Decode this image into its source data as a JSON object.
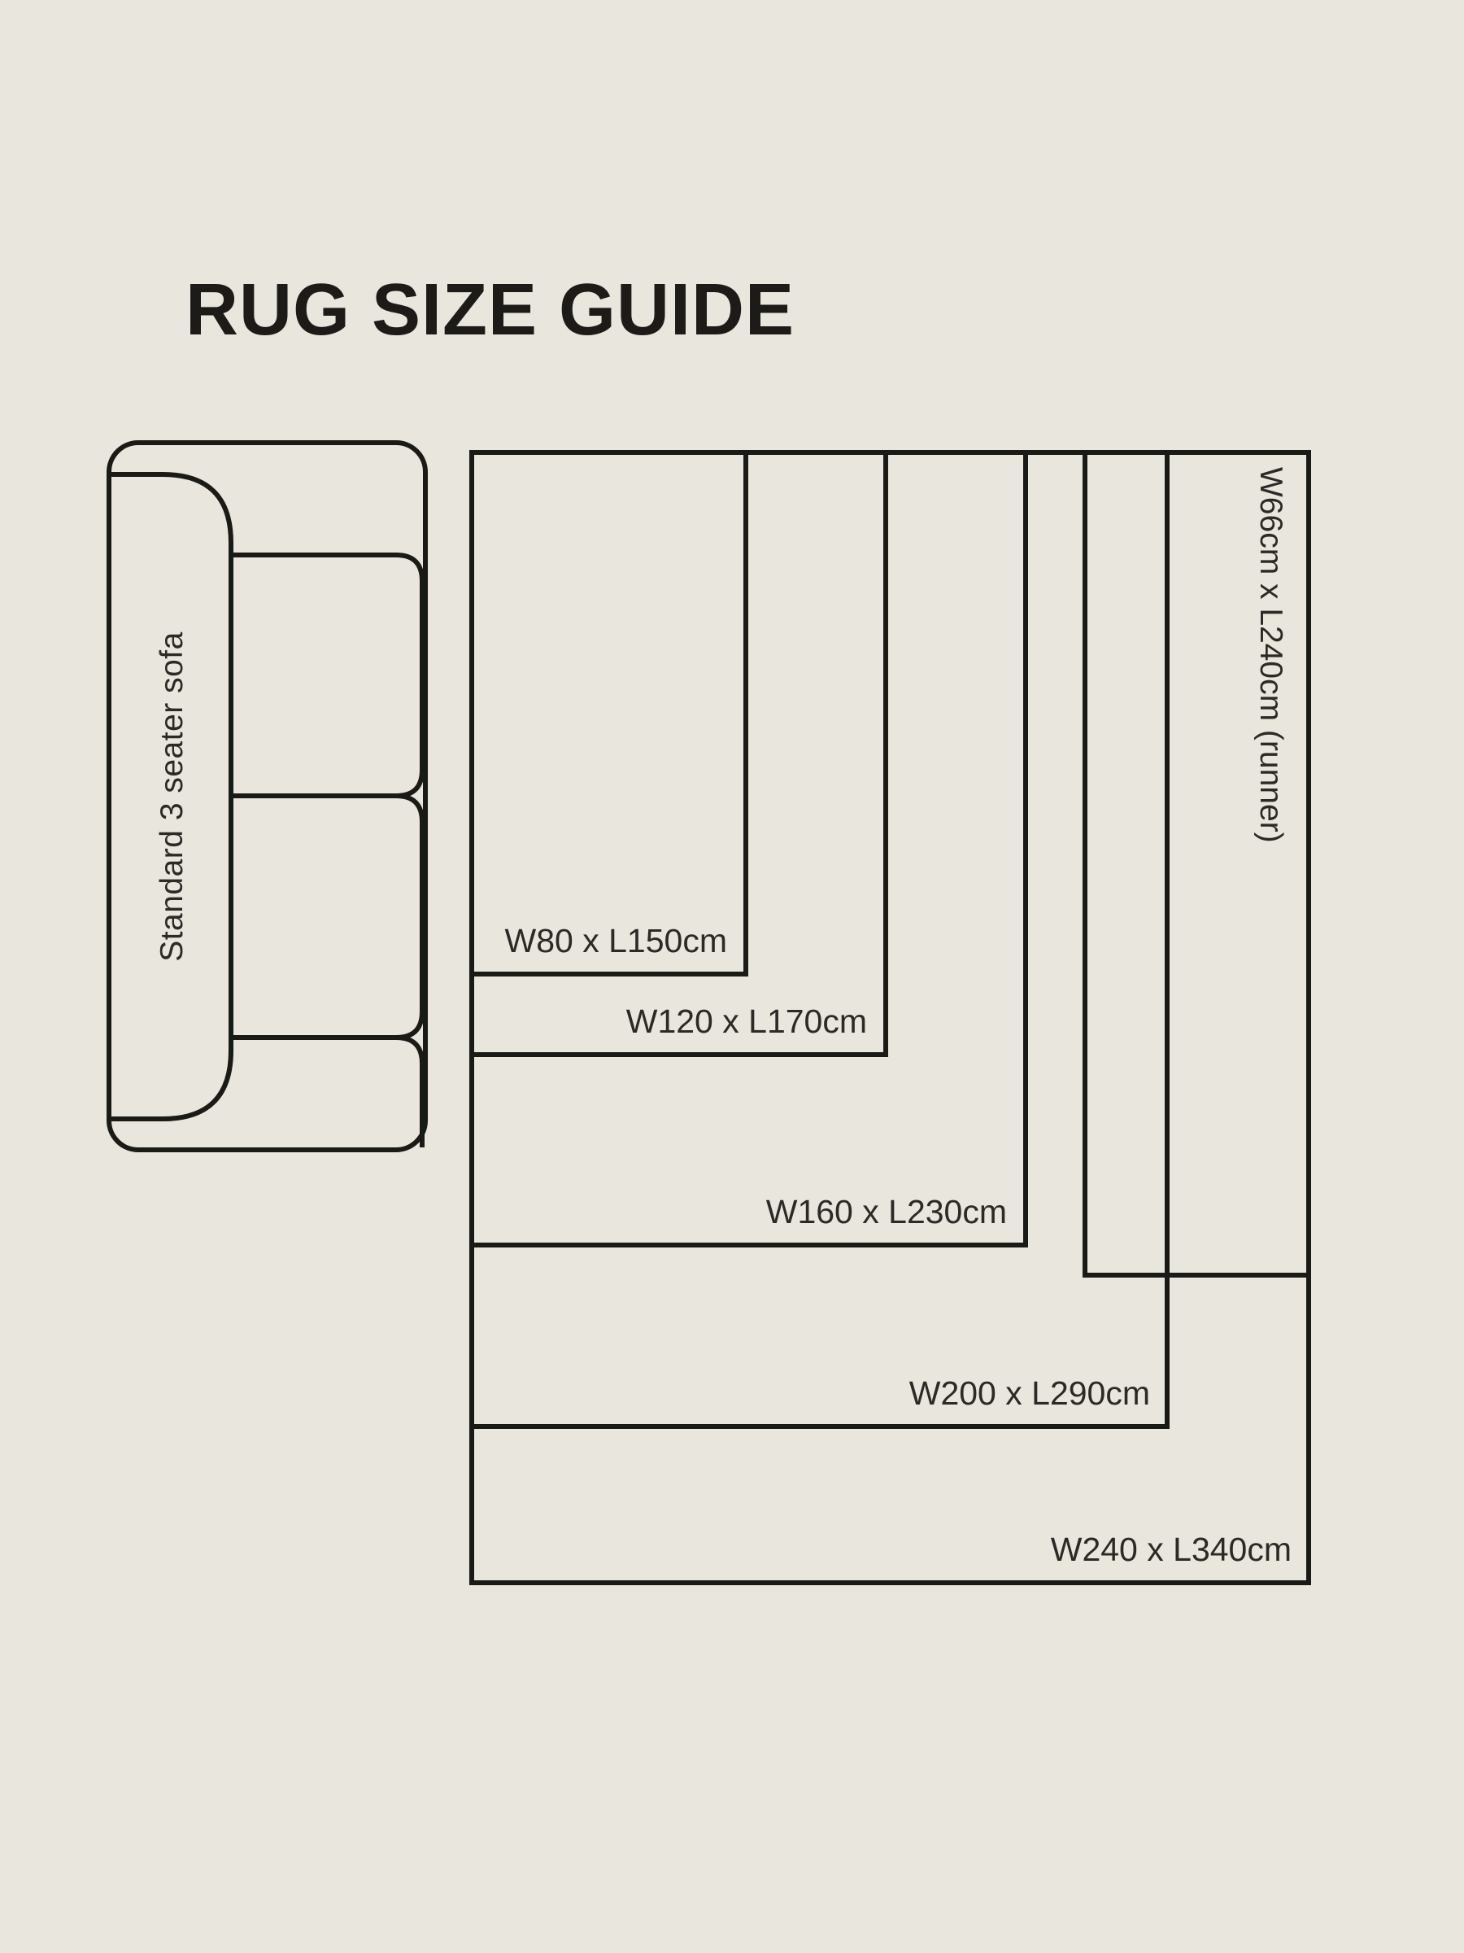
{
  "title": "RUG SIZE GUIDE",
  "sofa": {
    "label": "Standard 3 seater sofa"
  },
  "rugs": [
    {
      "id": "w80",
      "label": "W80 x L150cm",
      "width_cm": 80,
      "length_cm": 150
    },
    {
      "id": "w120",
      "label": "W120 x L170cm",
      "width_cm": 120,
      "length_cm": 170
    },
    {
      "id": "w160",
      "label": "W160 x L230cm",
      "width_cm": 160,
      "length_cm": 230
    },
    {
      "id": "w200",
      "label": "W200 x L290cm",
      "width_cm": 200,
      "length_cm": 290
    },
    {
      "id": "w240",
      "label": "W240 x L340cm",
      "width_cm": 240,
      "length_cm": 340
    },
    {
      "id": "runner",
      "label": "W66cm x L240cm (runner)",
      "width_cm": 66,
      "length_cm": 240
    }
  ],
  "colors": {
    "background": "#e9e6dd",
    "line": "#1a1a17",
    "text": "#2b2a26"
  }
}
